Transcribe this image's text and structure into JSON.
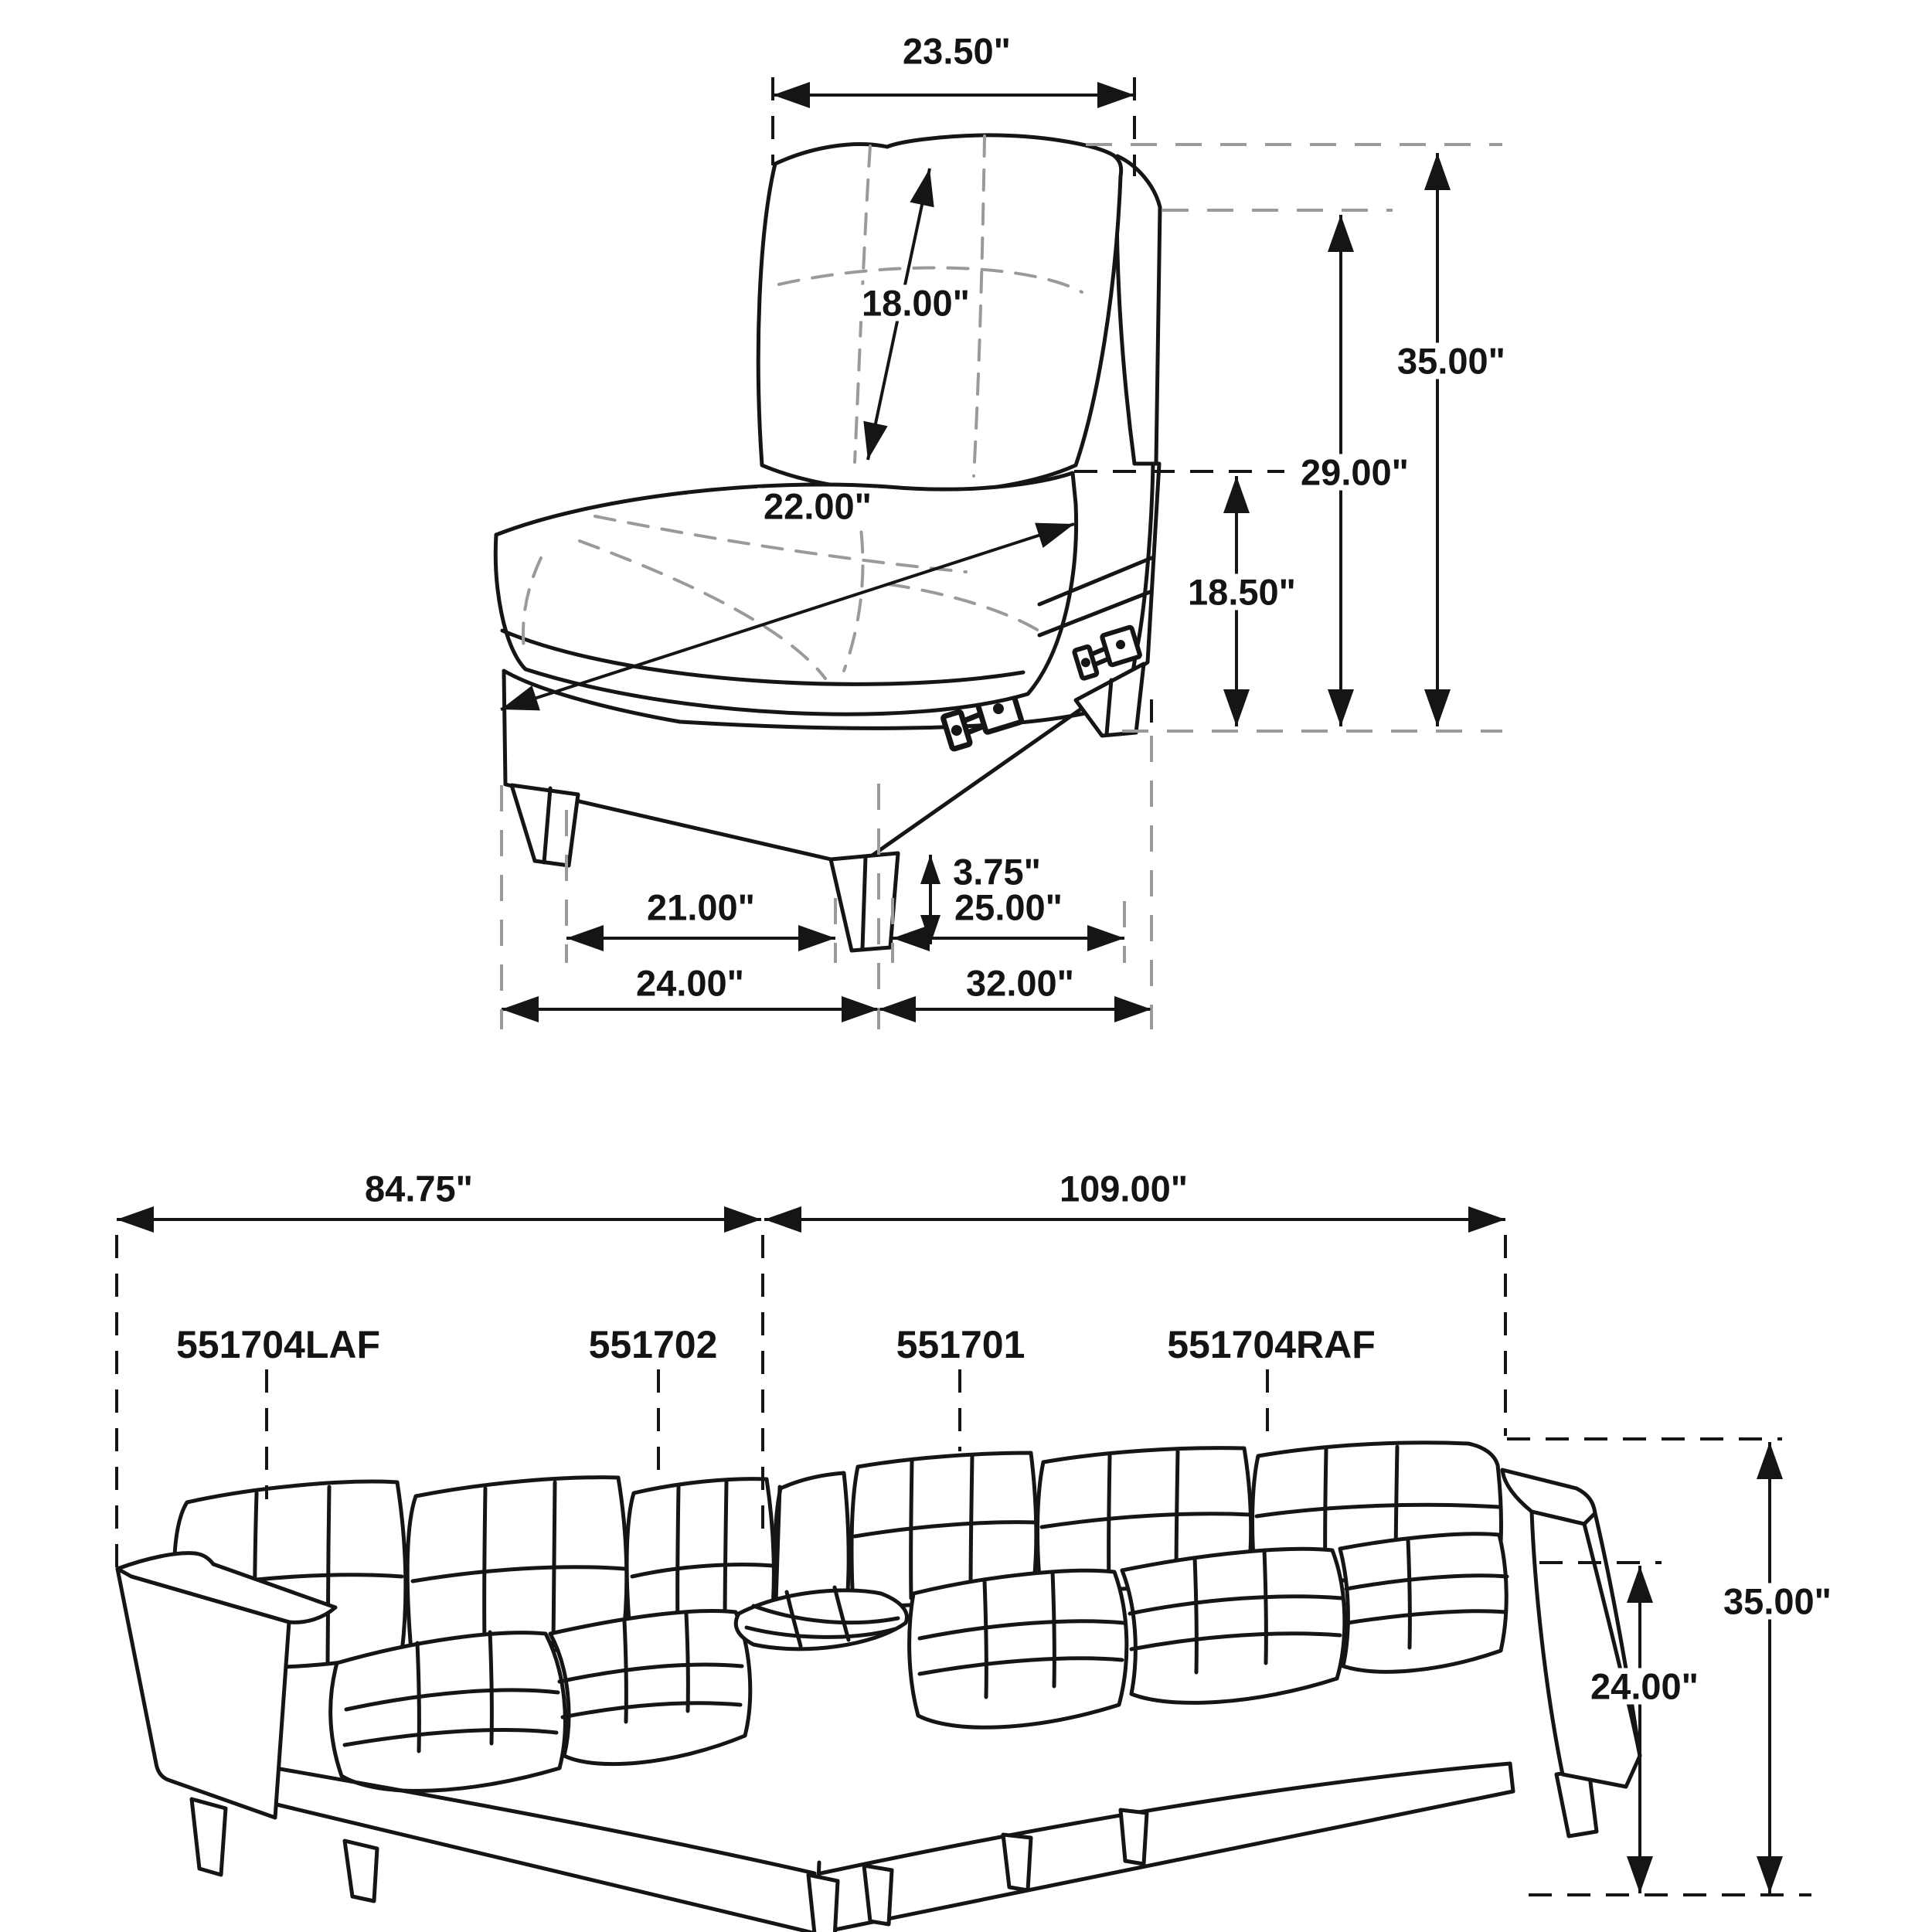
{
  "meta": {
    "description": "Furniture line-art dimension diagram: armless storage chair unit (top) and 4-piece L-shaped sectional sofa (bottom)",
    "background": "#ffffff",
    "ink_color": "#151515",
    "gray_dash_color": "#9a9a9a"
  },
  "chair_unit": {
    "dims": {
      "back_width": "23.50\"",
      "back_cushion_height": "18.00\"",
      "seat_depth_diagonal": "22.00\"",
      "overall_height": "35.00\"",
      "back_height": "29.00\"",
      "seat_height": "18.50\"",
      "leg_height": "3.75\"",
      "seat_width": "21.00\"",
      "depth_inner": "25.00\"",
      "overall_width": "24.00\"",
      "overall_depth": "32.00\""
    }
  },
  "sectional": {
    "dims": {
      "left_side_length": "84.75\"",
      "right_side_length": "109.00\"",
      "overall_height": "35.00\"",
      "seat_back_height": "24.00\""
    },
    "parts": {
      "laf": "551704LAF",
      "armless_left": "551702",
      "armless_right": "551701",
      "raf": "551704RAF"
    }
  }
}
